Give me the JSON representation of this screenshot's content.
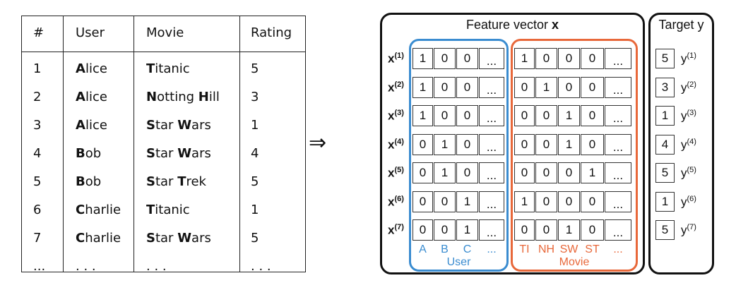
{
  "table": {
    "headers": [
      "#",
      "User",
      "Movie",
      "Rating"
    ],
    "rows": [
      {
        "num": "1",
        "user": "Alice",
        "movie": "Titanic",
        "rating": "5",
        "user_bold": "A",
        "movie_bold": [
          "T",
          "i"
        ]
      },
      {
        "num": "2",
        "user": "Alice",
        "movie": "Notting Hill",
        "rating": "3",
        "user_bold": "A",
        "movie_bold": [
          "N",
          "H"
        ]
      },
      {
        "num": "3",
        "user": "Alice",
        "movie": "Star Wars",
        "rating": "1",
        "user_bold": "A",
        "movie_bold": [
          "S",
          "W"
        ]
      },
      {
        "num": "4",
        "user": "Bob",
        "movie": "Star Wars",
        "rating": "4",
        "user_bold": "B",
        "movie_bold": [
          "S",
          "W"
        ]
      },
      {
        "num": "5",
        "user": "Bob",
        "movie": "Star Trek",
        "rating": "5",
        "user_bold": "B",
        "movie_bold": [
          "S",
          "T"
        ]
      },
      {
        "num": "6",
        "user": "Charlie",
        "movie": "Titanic",
        "rating": "1",
        "user_bold": "C",
        "movie_bold": [
          "T",
          "i"
        ]
      },
      {
        "num": "7",
        "user": "Charlie",
        "movie": "Star Wars",
        "rating": "5",
        "user_bold": "C",
        "movie_bold": [
          "S",
          "W"
        ]
      },
      {
        "num": "...",
        "user": ". . .",
        "movie": ". . .",
        "rating": ". . .",
        "user_bold": "",
        "movie_bold": []
      }
    ]
  },
  "arrow": "⇒",
  "feature": {
    "title_prefix": "Feature vector ",
    "title_var": "x",
    "row_label": "x",
    "rows": [
      {
        "sup": "(1)",
        "user": [
          "1",
          "0",
          "0",
          "..."
        ],
        "movie": [
          "1",
          "0",
          "0",
          "0",
          "..."
        ]
      },
      {
        "sup": "(2)",
        "user": [
          "1",
          "0",
          "0",
          "..."
        ],
        "movie": [
          "0",
          "1",
          "0",
          "0",
          "..."
        ]
      },
      {
        "sup": "(3)",
        "user": [
          "1",
          "0",
          "0",
          "..."
        ],
        "movie": [
          "0",
          "0",
          "1",
          "0",
          "..."
        ]
      },
      {
        "sup": "(4)",
        "user": [
          "0",
          "1",
          "0",
          "..."
        ],
        "movie": [
          "0",
          "0",
          "1",
          "0",
          "..."
        ]
      },
      {
        "sup": "(5)",
        "user": [
          "0",
          "1",
          "0",
          "..."
        ],
        "movie": [
          "0",
          "0",
          "0",
          "1",
          "..."
        ]
      },
      {
        "sup": "(6)",
        "user": [
          "0",
          "0",
          "1",
          "..."
        ],
        "movie": [
          "1",
          "0",
          "0",
          "0",
          "..."
        ]
      },
      {
        "sup": "(7)",
        "user": [
          "0",
          "0",
          "1",
          "..."
        ],
        "movie": [
          "0",
          "0",
          "1",
          "0",
          "..."
        ]
      }
    ],
    "user_cols": [
      "A",
      "B",
      "C",
      "..."
    ],
    "movie_cols": [
      "TI",
      "NH",
      "SW",
      "ST",
      "..."
    ],
    "user_group_label": "User",
    "movie_group_label": "Movie",
    "user_color": "#3a8cd0",
    "movie_color": "#e8683a"
  },
  "target": {
    "title": "Target y",
    "row_label": "y",
    "values": [
      "5",
      "3",
      "1",
      "4",
      "5",
      "1",
      "5"
    ],
    "sups": [
      "(1)",
      "(2)",
      "(3)",
      "(4)",
      "(5)",
      "(6)",
      "(7)"
    ]
  }
}
